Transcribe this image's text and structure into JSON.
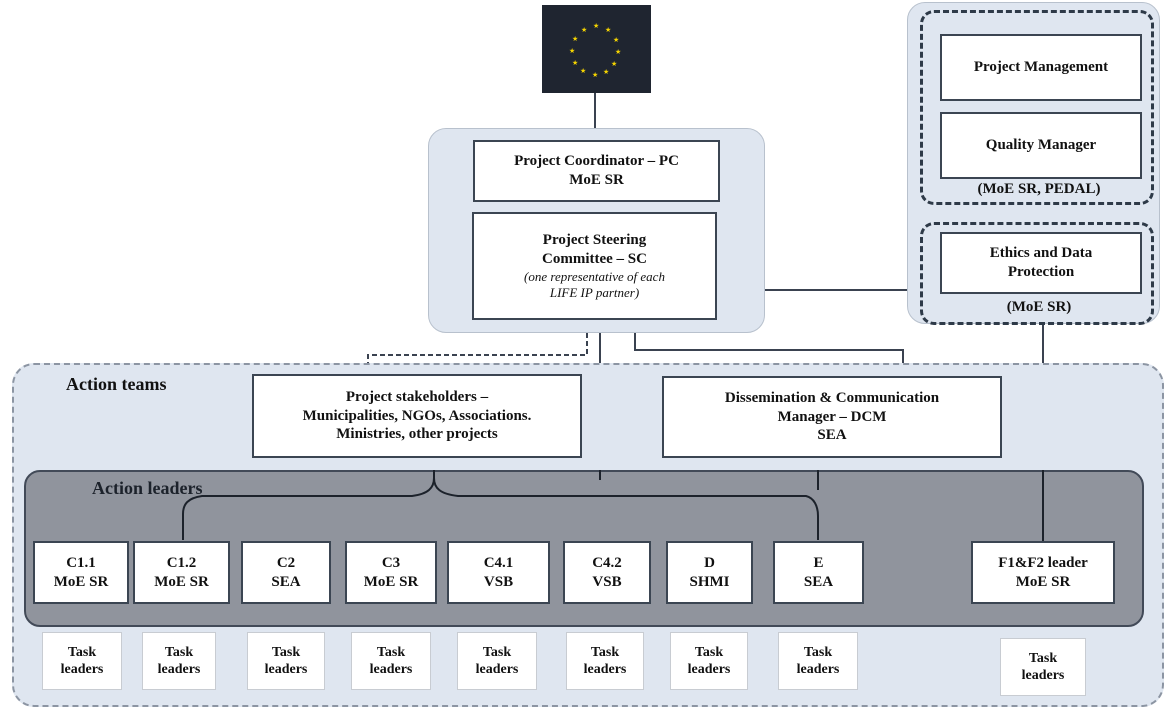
{
  "colors": {
    "eu_flag": "#1f2530",
    "panel_fill": "#dfe6f0",
    "dark_band": "#8c9099",
    "border": "#2e3a48"
  },
  "top_right": {
    "project_management": "Project Management",
    "quality_manager": "Quality Manager",
    "group_label": "(MoE SR, PEDAL)",
    "ethics_line1": "Ethics and Data",
    "ethics_line2": "Protection",
    "ethics_label": "(MoE SR)"
  },
  "coordination": {
    "coordinator_line1": "Project Coordinator – PC",
    "coordinator_line2": "MoE SR",
    "steering_line1": "Project Steering",
    "steering_line2": "Committee – SC",
    "steering_note1": "(one representative of each",
    "steering_note2": "LIFE IP partner)"
  },
  "action_teams": {
    "title": "Action teams",
    "stakeholders_line1": "Project stakeholders –",
    "stakeholders_line2": "Municipalities, NGOs, Associations.",
    "stakeholders_line3": "Ministries, other projects",
    "dcm_line1": "Dissemination & Communication",
    "dcm_line2": "Manager – DCM",
    "dcm_line3": "SEA"
  },
  "action_leaders": {
    "title": "Action leaders",
    "items": [
      {
        "code": "C1.1",
        "org": "MoE SR"
      },
      {
        "code": "C1.2",
        "org": "MoE SR"
      },
      {
        "code": "C2",
        "org": "SEA"
      },
      {
        "code": "C3",
        "org": "MoE SR"
      },
      {
        "code": "C4.1",
        "org": "VSB"
      },
      {
        "code": "C4.2",
        "org": "VSB"
      },
      {
        "code": "D",
        "org": "SHMI"
      },
      {
        "code": "E",
        "org": "SEA"
      }
    ],
    "f_leader_line1": "F1&F2 leader",
    "f_leader_line2": "MoE SR"
  },
  "task_leaders": {
    "line1": "Task",
    "line2": "leaders"
  }
}
